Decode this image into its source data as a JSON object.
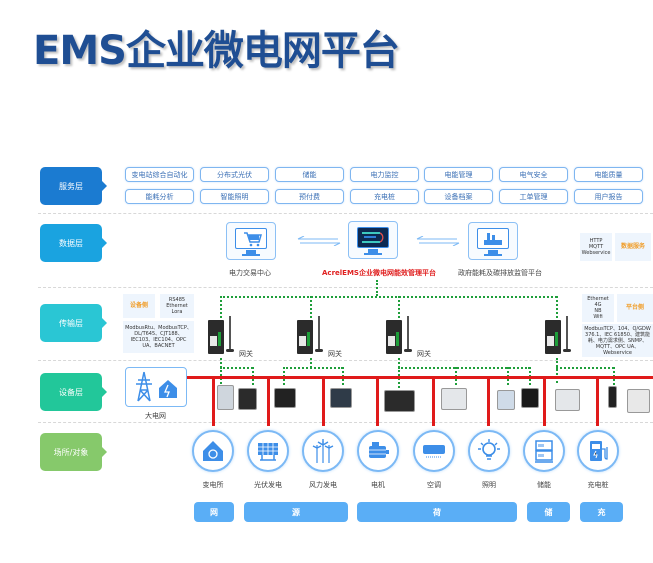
{
  "title": "EMS企业微电网平台",
  "layers": [
    {
      "label": "服务层",
      "color": "#1b7bd1"
    },
    {
      "label": "数据层",
      "color": "#1aa3e0"
    },
    {
      "label": "传输层",
      "color": "#2ac6d4"
    },
    {
      "label": "设备层",
      "color": "#22c79a"
    },
    {
      "label": "场所/对象",
      "color": "#86c96b"
    }
  ],
  "services": {
    "row1": [
      "变电站综合自动化",
      "分布式光伏",
      "储能",
      "电力监控",
      "电能管理",
      "电气安全",
      "电能质量"
    ],
    "row2": [
      "能耗分析",
      "智能照明",
      "预付费",
      "充电桩",
      "设备档案",
      "工单管理",
      "用户报告"
    ]
  },
  "data_layer": {
    "left_label": "电力交易中心",
    "center_label": "AcrelEMS企业微电网能效管理平台",
    "right_label": "政府能耗及碳排放监管平台",
    "left_icon": "shopping-cart-icon",
    "center_icon": "dashboard-screen-icon",
    "right_icon": "factory-icon",
    "protocols": [
      "HTTP",
      "MQTT",
      "Webservice"
    ],
    "service_tag": "数据服务",
    "accent_red": "#e02020"
  },
  "transport_layer": {
    "device_side_tag": "设备侧",
    "device_side_media": [
      "RS485",
      "Ethernet",
      "Lora"
    ],
    "device_side_protocols": "ModbusRtu、ModbusTCP、DL/T645、CJT188、IEC103、IEC104、OPC UA、BACNET",
    "platform_side_tag": "平台侧",
    "platform_side_media": [
      "Ethernet",
      "4G",
      "NB",
      "Wifi"
    ],
    "platform_side_protocols": "ModbusTCP、104、Q/GDW 376.1、IEC 61850、建筑能耗、电力需求侧、SNMP、MQTT、OPC UA、Webservice",
    "gateways": [
      "网关",
      "网关",
      "网关",
      ""
    ]
  },
  "device_layer": {
    "grid_label": "大电网",
    "grid_icon": "power-tower-icon",
    "link_color": "#1e9e3a",
    "bus_color": "#e01a1a"
  },
  "objects": [
    {
      "label": "变电所",
      "icon": "substation-icon"
    },
    {
      "label": "光伏发电",
      "icon": "solar-panel-icon"
    },
    {
      "label": "风力发电",
      "icon": "wind-turbine-icon"
    },
    {
      "label": "电机",
      "icon": "motor-icon"
    },
    {
      "label": "空调",
      "icon": "air-conditioner-icon"
    },
    {
      "label": "照明",
      "icon": "light-bulb-icon"
    },
    {
      "label": "储能",
      "icon": "battery-storage-icon"
    },
    {
      "label": "充电桩",
      "icon": "charging-pile-icon"
    }
  ],
  "categories": [
    "网",
    "源",
    "荷",
    "储",
    "充"
  ]
}
